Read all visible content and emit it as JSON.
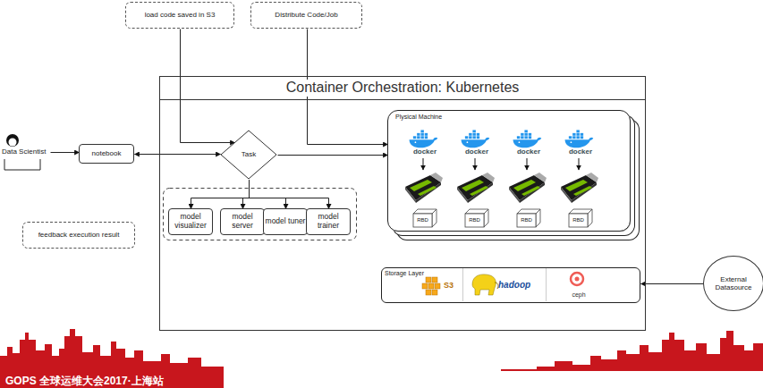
{
  "diagram": {
    "nodes": [
      {
        "text": [
          "load code saved in S3"
        ]
      },
      {
        "text": [
          "Distribute Code/Job"
        ]
      },
      {
        "text": [
          "Container Orchestration: Kubernetes"
        ]
      },
      {
        "text": [
          "Data Scientist"
        ]
      },
      {
        "text": [
          "notebook"
        ]
      },
      {
        "text": [
          "Task"
        ],
        "in": 2
      },
      {
        "text": [
          "model visualizer"
        ],
        "in": 2
      },
      {
        "text": [
          "model server"
        ],
        "in": 2
      },
      {
        "text": [
          "model tuner"
        ],
        "in": 2
      },
      {
        "text": [
          "model trainer"
        ],
        "in": 2
      },
      {
        "text": [
          "Plysical Machine"
        ],
        "in": 2
      },
      {
        "text": [
          "RBD"
        ],
        "in": 10
      },
      {
        "text": [
          "RBD"
        ],
        "in": 10
      },
      {
        "text": [
          "RBD"
        ],
        "in": 10
      },
      {
        "text": [
          "RBD"
        ],
        "in": 10
      },
      {
        "text": [
          "Storage Layer"
        ],
        "in": 2
      },
      {
        "text": [
          "feedback execution result"
        ]
      },
      {
        "text": [
          "External Datasource"
        ]
      }
    ],
    "edges": [
      {
        "from": 3,
        "to": 4,
        "arrow": "to"
      },
      {
        "from": 4,
        "to": 5,
        "arrow": "both"
      },
      {
        "from": 0,
        "to": 5,
        "arrow": "to"
      },
      {
        "from": 1,
        "to": 10,
        "arrow": "to"
      },
      {
        "from": 5,
        "to": 10,
        "arrow": "to"
      },
      {
        "from": 5,
        "to": 6,
        "arrow": "to"
      },
      {
        "from": 5,
        "to": 7,
        "arrow": "to"
      },
      {
        "from": 5,
        "to": 8,
        "arrow": "to"
      },
      {
        "from": 5,
        "to": 9,
        "arrow": "to"
      },
      {
        "from": 17,
        "to": 15,
        "arrow": "to"
      }
    ],
    "labels": [
      "docker",
      "docker",
      "docker",
      "docker",
      "S3",
      "hadoop",
      "ceph",
      "GOPS 全球运维大会2017·上海站"
    ]
  }
}
